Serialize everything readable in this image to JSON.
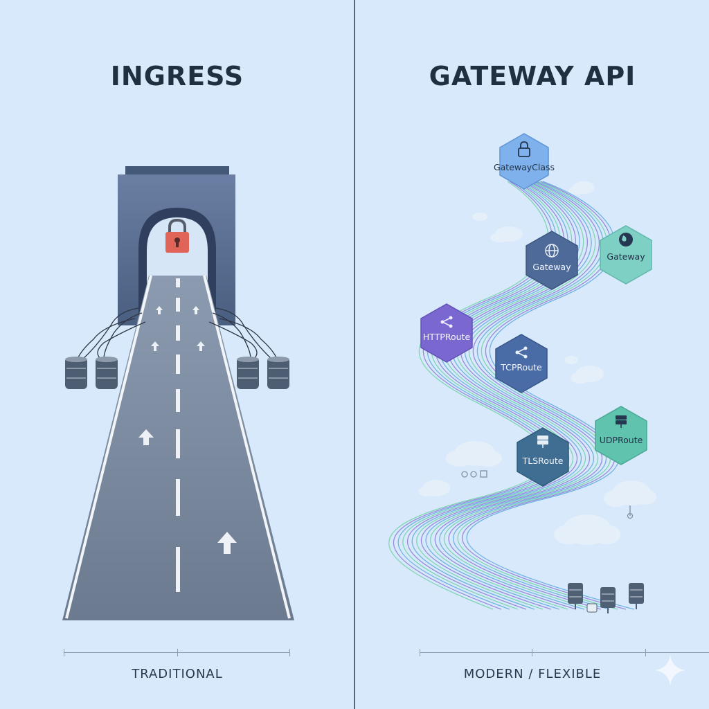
{
  "left": {
    "title": "INGRESS",
    "footer": "TRADITIONAL",
    "icons": [
      "lock-icon",
      "database-icon",
      "arrow-up-icon"
    ]
  },
  "right": {
    "title": "GATEWAY API",
    "footer": "MODERN / FLEXIBLE",
    "nodes": [
      {
        "label": "GatewayClass",
        "icon": "lock-icon",
        "color": "#7fb2ec"
      },
      {
        "label": "Gateway",
        "icon": "globe-icon",
        "color": "#4e6a98"
      },
      {
        "label": "Gateway",
        "icon": "globe-icon",
        "color": "#7fd0c4"
      },
      {
        "label": "HTTPRoute",
        "icon": "share-icon",
        "color": "#7b67d0"
      },
      {
        "label": "TCPRoute",
        "icon": "share-icon",
        "color": "#4a6ca6"
      },
      {
        "label": "UDPRoute",
        "icon": "server-icon",
        "color": "#5fc3ad"
      },
      {
        "label": "TLSRoute",
        "icon": "server-icon",
        "color": "#3f6e92"
      }
    ]
  },
  "colors": {
    "background": "#d7e9fa",
    "divider": "#55687c",
    "road": "#6f7f93",
    "tunnel": "#55698a",
    "lock": "#e06458",
    "flow_green": "#6fd2a8",
    "flow_purple": "#8c7ad8",
    "flow_blue": "#5fa8e0"
  }
}
